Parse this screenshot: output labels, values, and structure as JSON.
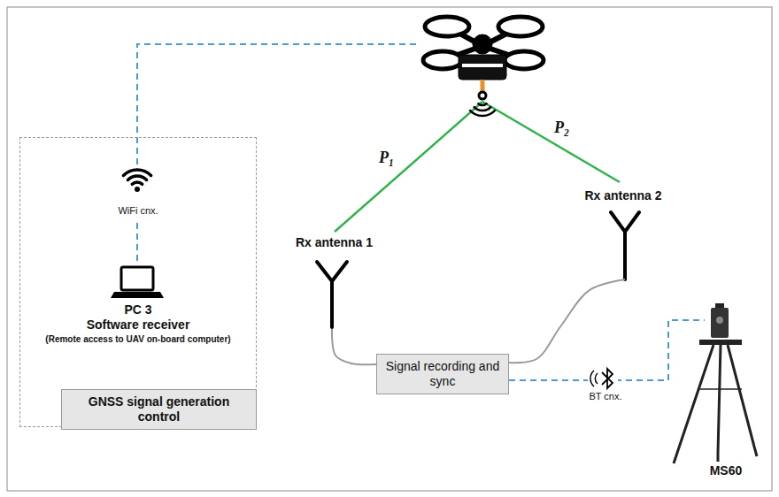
{
  "diagram": {
    "nodes": [
      {
        "text": [
          "WiFi cnx.",
          "PC 3",
          "Software receiver",
          "(Remote access to UAV on-board computer)"
        ]
      },
      {
        "text": [
          "GNSS signal generation control"
        ],
        "in": 0
      },
      {
        "text": [
          "Rx antenna 1"
        ]
      },
      {
        "text": [
          "Rx antenna 2"
        ]
      },
      {
        "text": [
          "Signal recording and sync"
        ]
      },
      {
        "text": [
          "MS60"
        ]
      }
    ],
    "edges": [
      {
        "from": 2,
        "to": 4,
        "arrow": "none"
      },
      {
        "from": 3,
        "to": 4,
        "arrow": "none"
      },
      {
        "from": 4,
        "to": 5,
        "arrow": "none",
        "label": "BT cnx."
      }
    ],
    "labels": [
      "P₁",
      "P₂"
    ]
  }
}
